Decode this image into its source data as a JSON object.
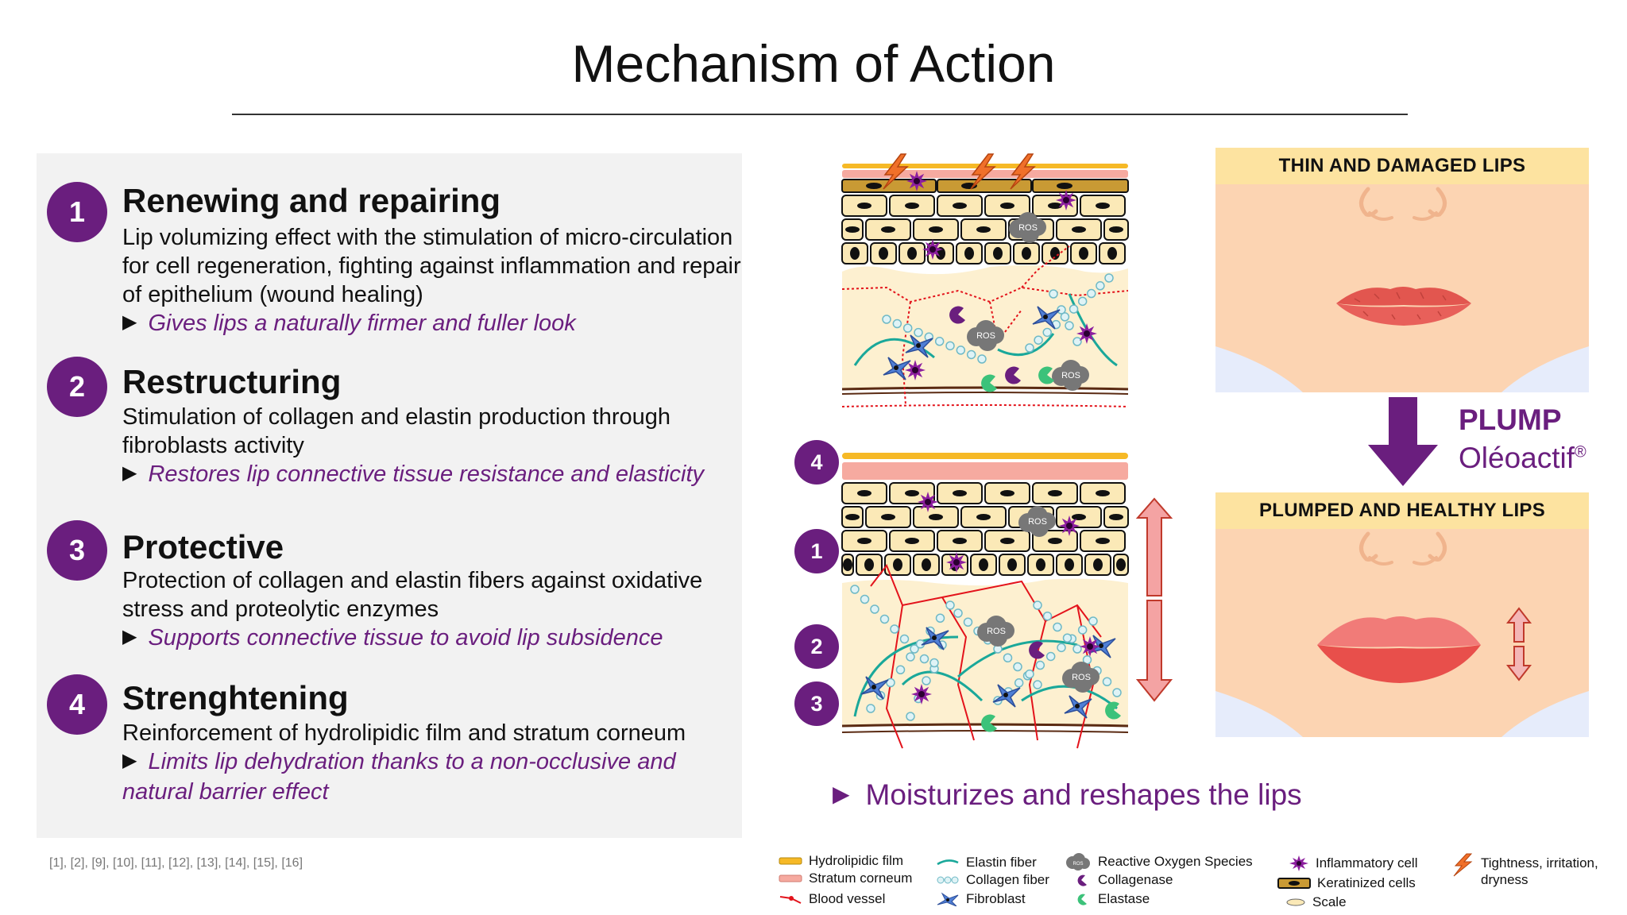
{
  "title": "Mechanism of Action",
  "points": [
    {
      "number": "1",
      "title": "Renewing and repairing",
      "description": "Lip volumizing effect with the stimulation of micro-circulation for cell regeneration, fighting against inflammation and repair of epithelium (wound healing)",
      "benefit": "Gives lips a naturally firmer and fuller look"
    },
    {
      "number": "2",
      "title": "Restructuring",
      "description": "Stimulation of collagen and elastin production through fibroblasts activity",
      "benefit": "Restores lip connective tissue resistance and elasticity"
    },
    {
      "number": "3",
      "title": "Protective",
      "description": "Protection of collagen and elastin fibers against oxidative stress and proteolytic enzymes",
      "benefit": "Supports connective tissue to avoid lip subsidence"
    },
    {
      "number": "4",
      "title": "Strenghtening",
      "description": "Reinforcement of hydrolipidic film and stratum corneum",
      "benefit": "Limits lip dehydration thanks to a non-occlusive and natural barrier effect"
    }
  ],
  "references": "[1], [2], [9], [10], [11], [12], [13], [14], [15], [16]",
  "diagram": {
    "ros_label": "ROS",
    "markers": [
      "4",
      "1",
      "2",
      "3"
    ]
  },
  "outcome": "Moisturizes and reshapes the lips",
  "lips": {
    "before_caption": "THIN AND DAMAGED LIPS",
    "after_caption": "PLUMPED AND HEALTHY LIPS",
    "product_line1": "PLUMP",
    "product_line2": "Oléoactif",
    "product_mark": "®"
  },
  "legend": [
    {
      "icon": "hydrolipidic-film-swatch",
      "label": "Hydrolipidic film",
      "color": "#f6b926"
    },
    {
      "icon": "stratum-corneum-swatch",
      "label": "Stratum corneum",
      "color": "#f6aaa0"
    },
    {
      "icon": "blood-vessel-icon",
      "label": "Blood vessel",
      "color": "#e3131b"
    },
    {
      "icon": "elastin-fiber-icon",
      "label": "Elastin fiber",
      "color": "#1aa89a"
    },
    {
      "icon": "collagen-fiber-icon",
      "label": "Collagen fiber",
      "color": "#a6dce4"
    },
    {
      "icon": "fibroblast-icon",
      "label": "Fibroblast",
      "color": "#4f7fd6"
    },
    {
      "icon": "ros-icon",
      "label": "Reactive Oxygen Species",
      "color": "#777777"
    },
    {
      "icon": "collagenase-icon",
      "label": "Collagenase",
      "color": "#6a1e7e"
    },
    {
      "icon": "elastase-icon",
      "label": "Elastase",
      "color": "#3cc27a"
    },
    {
      "icon": "inflammatory-cell-icon",
      "label": "Inflammatory cell",
      "color": "#8c1e9e"
    },
    {
      "icon": "keratinized-cell-icon",
      "label": "Keratinized cells",
      "color": "#c99a34"
    },
    {
      "icon": "scale-icon",
      "label": "Scale",
      "color": "#fbe9b7"
    },
    {
      "icon": "lightning-icon",
      "label": "Tightness, irritation, dryness",
      "color": "#f0702a"
    }
  ],
  "colors": {
    "accent": "#6a1e7e",
    "panel": "#f2f2f2",
    "lip_skin": "#fcd4b2",
    "caption_band": "#fde3a0",
    "cell_fill": "#fbe9b7",
    "dermis_fill": "#fdf0d0"
  }
}
